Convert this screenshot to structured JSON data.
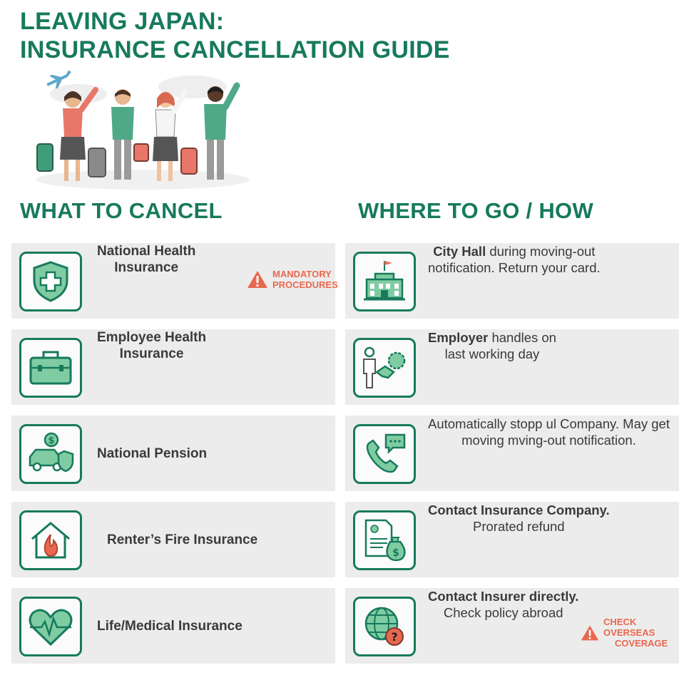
{
  "title": {
    "line1": "LEAVING JAPAN:",
    "line2": "INSURANCE CANCELLATION GUIDE"
  },
  "headers": {
    "left": "WHAT TO CANCEL",
    "right": "WHERE TO GO / HOW"
  },
  "cancel_items": [
    {
      "line1": "National Health",
      "line2": "Insurance",
      "icon": "shield-cross-icon"
    },
    {
      "line1": "Employee Health",
      "line2": "Insurance",
      "icon": "briefcase-icon"
    },
    {
      "line1": "National Pension",
      "line2": "",
      "icon": "car-money-shield-icon"
    },
    {
      "line1": "Renter’s Fire Insurance",
      "line2": "",
      "icon": "house-fire-icon"
    },
    {
      "line1": "Life/Medical Insurance",
      "line2": "",
      "icon": "heart-pulse-icon"
    }
  ],
  "how_items": [
    {
      "bold": "City Hall",
      "rest1": " during moving-out",
      "line2": "notification. Return your card.",
      "icon": "city-hall-icon"
    },
    {
      "bold": "Employer",
      "rest1": " handles on",
      "line2": "last working day",
      "icon": "handshake-icon"
    },
    {
      "bold": "",
      "rest1": "Automatically stopр ul Company. May get",
      "line2": "moving mving-out notification.",
      "icon": "phone-chat-icon"
    },
    {
      "bold": "Contact Insurance Company.",
      "rest1": "",
      "line2": "Prorated refund",
      "icon": "document-money-icon"
    },
    {
      "bold": "Contact Insurer directly.",
      "rest1": "",
      "line2": "Check policy abroad",
      "icon": "globe-question-icon"
    }
  ],
  "warnings": {
    "mandatory_line1": "MANDATORY",
    "mandatory_line2": "PROCEDURES",
    "overseas_line1": "CHECK OVERSEAS",
    "overseas_line2": "COVERAGE"
  },
  "colors": {
    "brand_green": "#177a5c",
    "icon_fill": "#7fcca3",
    "warning": "#e8684f",
    "card_bg": "#ececec"
  }
}
